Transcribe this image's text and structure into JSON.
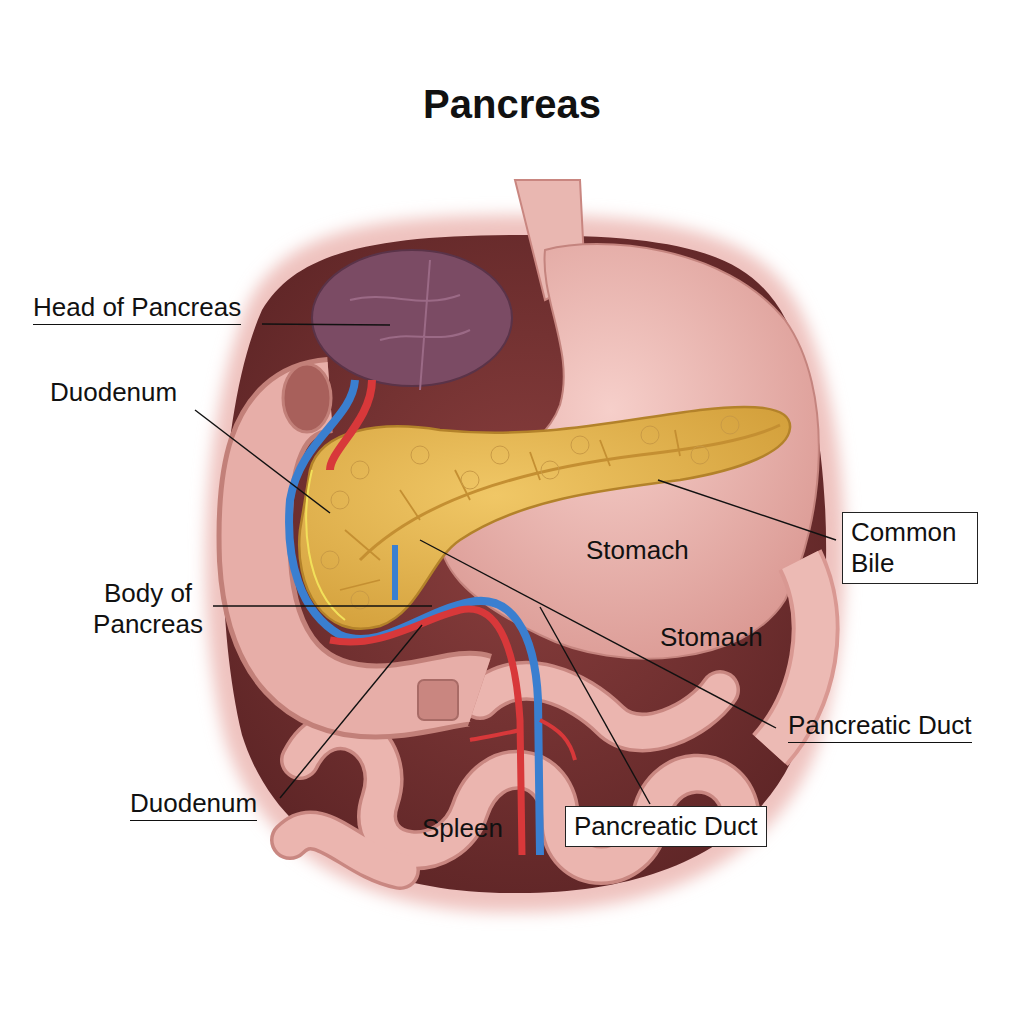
{
  "diagram": {
    "title": "Pancreas",
    "nodes": [
      {
        "text": [
          "Common Bile"
        ]
      },
      {
        "text": [
          "Pancreatic Duct"
        ]
      }
    ],
    "labels": [
      "Head of Pancreas",
      "Duodenum",
      "Body of Pancreas",
      "Stomach",
      "Stomach",
      "Pancreatic Duct",
      "Duodenum",
      "Spleen"
    ]
  }
}
